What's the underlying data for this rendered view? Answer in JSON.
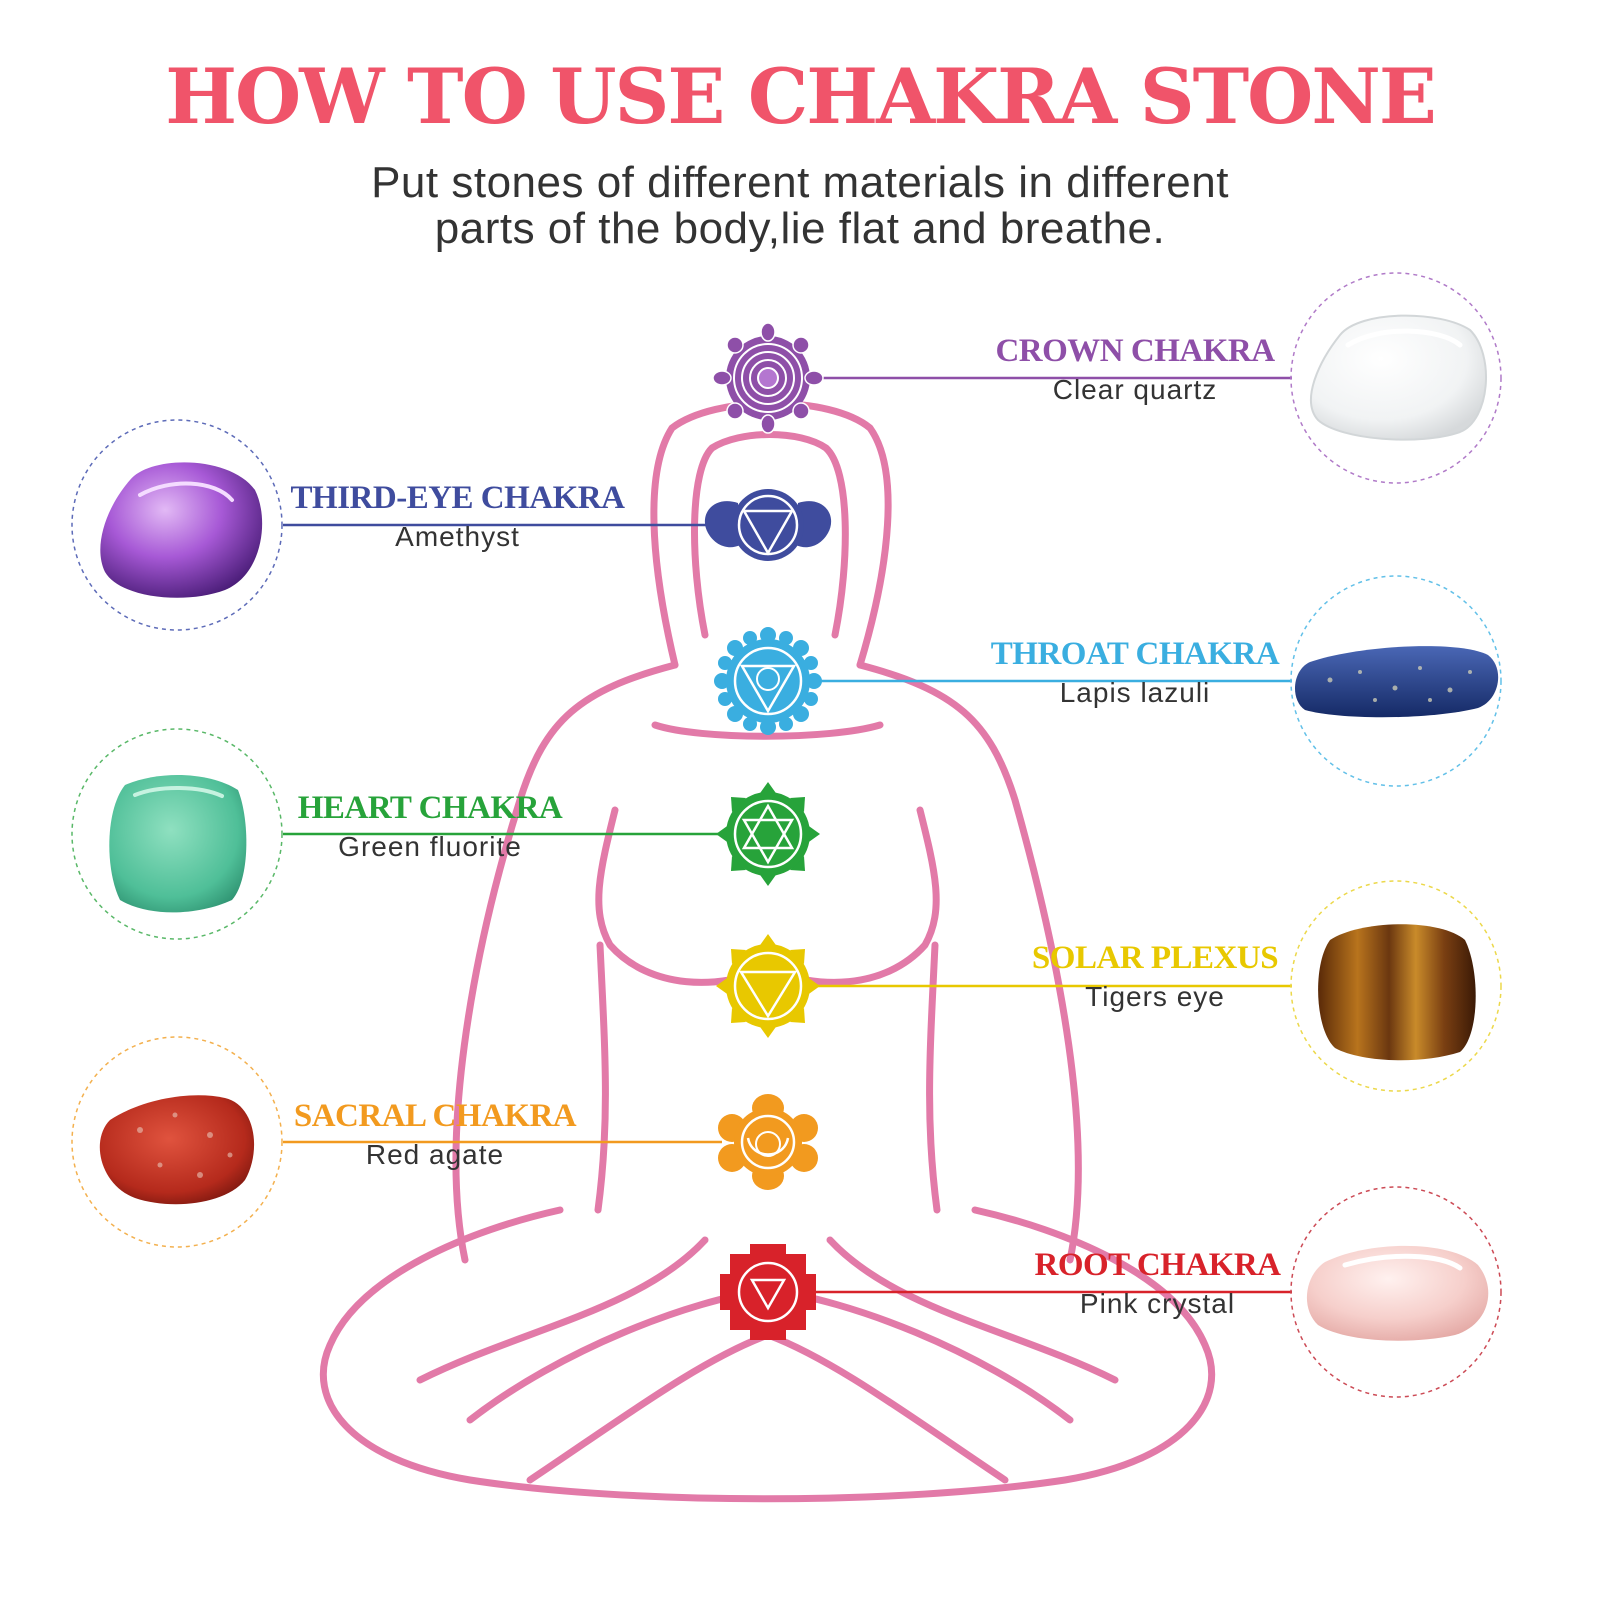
{
  "header": {
    "title": "HOW TO USE CHAKRA STONE",
    "subtitle_line1": "Put stones of different materials in different",
    "subtitle_line2": "parts of the body,lie flat and breathe."
  },
  "colors": {
    "title": "#f0546a",
    "body_outline": "#e27aa8",
    "crown": "#8e4fa8",
    "third_eye": "#3f4c9e",
    "throat": "#3aaee0",
    "heart": "#27a33a",
    "solar_plexus": "#e8c800",
    "sacral": "#f29a1f",
    "root": "#d8222a"
  },
  "chakras": [
    {
      "name": "CROWN CHAKRA",
      "stone": "Clear quartz",
      "icon": "crown-chakra-icon",
      "stone_icon": "clear-quartz-stone"
    },
    {
      "name": "THIRD-EYE CHAKRA",
      "stone": "Amethyst",
      "icon": "third-eye-chakra-icon",
      "stone_icon": "amethyst-stone"
    },
    {
      "name": "THROAT CHAKRA",
      "stone": "Lapis lazuli",
      "icon": "throat-chakra-icon",
      "stone_icon": "lapis-lazuli-stone"
    },
    {
      "name": "HEART CHAKRA",
      "stone": "Green fluorite",
      "icon": "heart-chakra-icon",
      "stone_icon": "green-fluorite-stone"
    },
    {
      "name": "SOLAR PLEXUS",
      "stone": "Tigers eye",
      "icon": "solar-plexus-chakra-icon",
      "stone_icon": "tigers-eye-stone"
    },
    {
      "name": "SACRAL CHAKRA",
      "stone": "Red agate",
      "icon": "sacral-chakra-icon",
      "stone_icon": "red-agate-stone"
    },
    {
      "name": "ROOT CHAKRA",
      "stone": "Pink crystal",
      "icon": "root-chakra-icon",
      "stone_icon": "pink-crystal-stone"
    }
  ]
}
